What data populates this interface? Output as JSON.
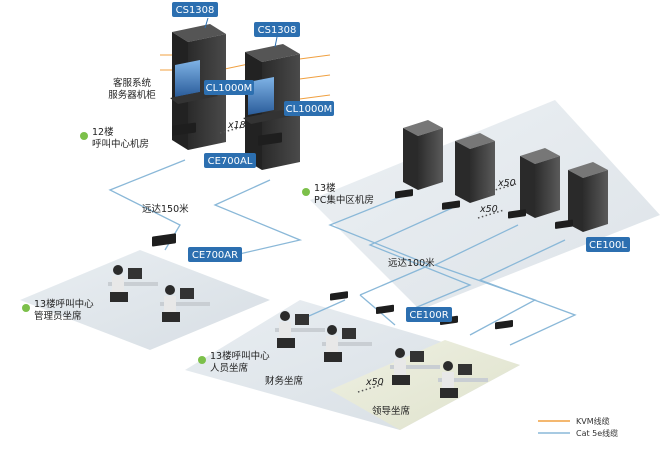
{
  "devices": {
    "cs1308_a": "CS1308",
    "cs1308_b": "CS1308",
    "cl1000m_a": "CL1000M",
    "cl1000m_b": "CL1000M",
    "ce700al": "CE700AL",
    "ce700ar": "CE700AR",
    "ce100l": "CE100L",
    "ce100r": "CE100R"
  },
  "areas": {
    "server_cabinet": [
      "客服系统",
      "服务器机柜"
    ],
    "floor12_room": [
      "12楼",
      "呼叫中心机房"
    ],
    "floor13_pc_room": [
      "13楼",
      "PC集中区机房"
    ],
    "floor13_admin": [
      "13楼呼叫中心",
      "管理员坐席"
    ],
    "floor13_staff": [
      "13楼呼叫中心",
      "人员坐席"
    ],
    "finance_seats": "财务坐席",
    "leader_seats": "领导坐席"
  },
  "distances": {
    "d150": "远达150米",
    "d100": "远达100米"
  },
  "multipliers": {
    "x18": "x18",
    "x50_a": "x50",
    "x50_b": "x50",
    "x50_c": "x50"
  },
  "legend": {
    "kvm_line": "KVM线缆",
    "cat5e_line": "Cat 5e线缆",
    "kvm_color": "#f0a040",
    "cat5e_color": "#8ab8d8"
  }
}
